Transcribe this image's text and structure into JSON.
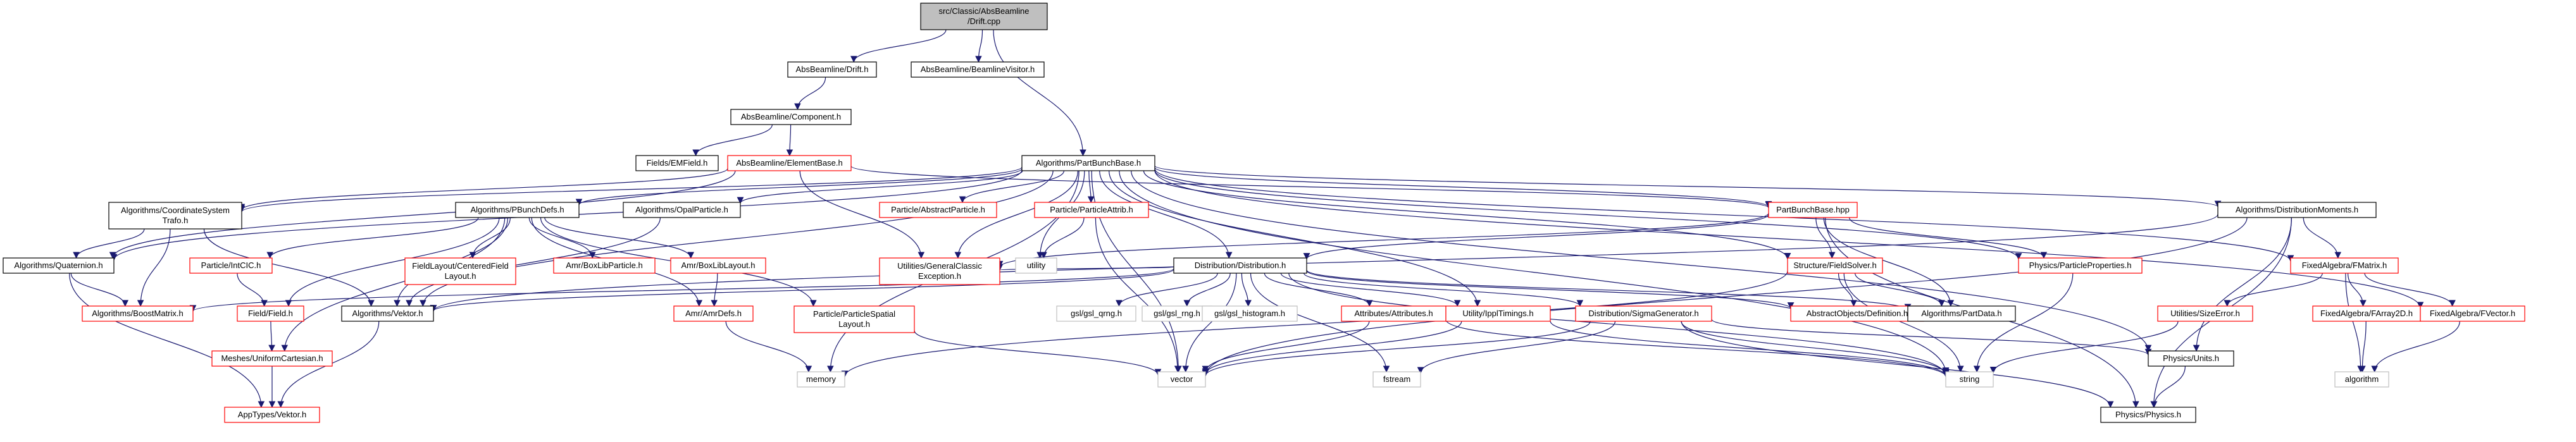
{
  "colors": {
    "edge": "#191970",
    "root_fill": "#bfbfbf",
    "node_fill": "#ffffff",
    "node_border": "#000000",
    "undocumented_border": "#ff0000",
    "text": "#000000"
  },
  "nodes": [
    {
      "id": "root",
      "lines": [
        "src/Classic/AbsBeamline",
        "/Drift.cpp"
      ],
      "style": "root"
    },
    {
      "id": "absbeamline-drift",
      "lines": [
        "AbsBeamline/Drift.h"
      ],
      "style": "normal"
    },
    {
      "id": "beamline-visitor",
      "lines": [
        "AbsBeamline/BeamlineVisitor.h"
      ],
      "style": "normal"
    },
    {
      "id": "component",
      "lines": [
        "AbsBeamline/Component.h"
      ],
      "style": "normal"
    },
    {
      "id": "emfield",
      "lines": [
        "Fields/EMField.h"
      ],
      "style": "normal"
    },
    {
      "id": "elementbase",
      "lines": [
        "AbsBeamline/ElementBase.h"
      ],
      "style": "undocumented"
    },
    {
      "id": "partbunchbase",
      "lines": [
        "Algorithms/PartBunchBase.h"
      ],
      "style": "normal"
    },
    {
      "id": "coordsystrafo",
      "lines": [
        "Algorithms/CoordinateSystem",
        "Trafo.h"
      ],
      "style": "normal"
    },
    {
      "id": "pbunchdefs",
      "lines": [
        "Algorithms/PBunchDefs.h"
      ],
      "style": "normal"
    },
    {
      "id": "opalparticle",
      "lines": [
        "Algorithms/OpalParticle.h"
      ],
      "style": "normal"
    },
    {
      "id": "abstractparticle",
      "lines": [
        "Particle/AbstractParticle.h"
      ],
      "style": "undocumented"
    },
    {
      "id": "particleattrib",
      "lines": [
        "Particle/ParticleAttrib.h"
      ],
      "style": "undocumented"
    },
    {
      "id": "partbunchbase-hpp",
      "lines": [
        "PartBunchBase.hpp"
      ],
      "style": "undocumented"
    },
    {
      "id": "distmoments",
      "lines": [
        "Algorithms/DistributionMoments.h"
      ],
      "style": "normal"
    },
    {
      "id": "quaternion",
      "lines": [
        "Algorithms/Quaternion.h"
      ],
      "style": "normal"
    },
    {
      "id": "particleintcic",
      "lines": [
        "Particle/IntCIC.h"
      ],
      "style": "undocumented"
    },
    {
      "id": "fieldlayout",
      "lines": [
        "FieldLayout/CenteredField",
        "Layout.h"
      ],
      "style": "undocumented"
    },
    {
      "id": "amrboxlib",
      "lines": [
        "Amr/BoxLibParticle.h"
      ],
      "style": "undocumented"
    },
    {
      "id": "amrboxliblayout",
      "lines": [
        "Amr/BoxLibLayout.h"
      ],
      "style": "undocumented"
    },
    {
      "id": "generalclassic",
      "lines": [
        "Utilities/GeneralClassic",
        "Exception.h"
      ],
      "style": "undocumented"
    },
    {
      "id": "utility",
      "lines": [
        "utility"
      ],
      "style": "normal_grey"
    },
    {
      "id": "distribution",
      "lines": [
        "Distribution/Distribution.h"
      ],
      "style": "normal"
    },
    {
      "id": "fieldsolver",
      "lines": [
        "Structure/FieldSolver.h"
      ],
      "style": "undocumented"
    },
    {
      "id": "particleproperties",
      "lines": [
        "Physics/ParticleProperties.h"
      ],
      "style": "undocumented"
    },
    {
      "id": "fmatrix",
      "lines": [
        "FixedAlgebra/FMatrix.h"
      ],
      "style": "undocumented"
    },
    {
      "id": "boostmatrix",
      "lines": [
        "Algorithms/BoostMatrix.h"
      ],
      "style": "undocumented"
    },
    {
      "id": "field",
      "lines": [
        "Field/Field.h"
      ],
      "style": "undocumented"
    },
    {
      "id": "vektor",
      "lines": [
        "Algorithms/Vektor.h"
      ],
      "style": "normal"
    },
    {
      "id": "amrdefs",
      "lines": [
        "Amr/AmrDefs.h"
      ],
      "style": "undocumented"
    },
    {
      "id": "particlespatial",
      "lines": [
        "Particle/ParticleSpatial",
        "Layout.h"
      ],
      "style": "undocumented"
    },
    {
      "id": "gsl-qrng",
      "lines": [
        "gsl/gsl_qrng.h"
      ],
      "style": "normal_grey"
    },
    {
      "id": "gsl-rng",
      "lines": [
        "gsl/gsl_rng.h"
      ],
      "style": "normal_grey"
    },
    {
      "id": "gsl-histogram",
      "lines": [
        "gsl/gsl_histogram.h"
      ],
      "style": "normal_grey"
    },
    {
      "id": "attributes",
      "lines": [
        "Attributes/Attributes.h"
      ],
      "style": "undocumented"
    },
    {
      "id": "ippltimings",
      "lines": [
        "Utility/IpplTimings.h"
      ],
      "style": "undocumented"
    },
    {
      "id": "sigmagenerator",
      "lines": [
        "Distribution/SigmaGenerator.h"
      ],
      "style": "undocumented"
    },
    {
      "id": "abstractobjects",
      "lines": [
        "AbstractObjects/Definition.h"
      ],
      "style": "undocumented"
    },
    {
      "id": "partdata",
      "lines": [
        "Algorithms/PartData.h"
      ],
      "style": "normal"
    },
    {
      "id": "sizeerror",
      "lines": [
        "Utilities/SizeError.h"
      ],
      "style": "undocumented"
    },
    {
      "id": "farray2d",
      "lines": [
        "FixedAlgebra/FArray2D.h"
      ],
      "style": "undocumented"
    },
    {
      "id": "fvector",
      "lines": [
        "FixedAlgebra/FVector.h"
      ],
      "style": "undocumented"
    },
    {
      "id": "uniformcartesian",
      "lines": [
        "Meshes/UniformCartesian.h"
      ],
      "style": "undocumented"
    },
    {
      "id": "memory",
      "lines": [
        "memory"
      ],
      "style": "normal_grey"
    },
    {
      "id": "vector",
      "lines": [
        "vector"
      ],
      "style": "normal_grey"
    },
    {
      "id": "fstream",
      "lines": [
        "fstream"
      ],
      "style": "normal_grey"
    },
    {
      "id": "string",
      "lines": [
        "string"
      ],
      "style": "normal_grey"
    },
    {
      "id": "physics-units",
      "lines": [
        "Physics/Units.h"
      ],
      "style": "normal"
    },
    {
      "id": "algorithm",
      "lines": [
        "algorithm"
      ],
      "style": "normal_grey"
    },
    {
      "id": "apptypes-vektor",
      "lines": [
        "AppTypes/Vektor.h"
      ],
      "style": "undocumented"
    },
    {
      "id": "physics-physics",
      "lines": [
        "Physics/Physics.h"
      ],
      "style": "normal"
    }
  ]
}
